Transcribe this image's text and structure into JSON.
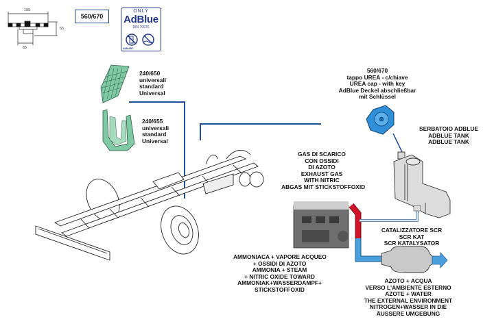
{
  "cap_drawing": {
    "dim_width": "105",
    "dim_height": "55",
    "dim_base": "65"
  },
  "model_badge": "560/670",
  "adblue_label": {
    "only": "ONLY",
    "brand": "AdBlue",
    "din": "DIN 70070",
    "code": "AdB ART"
  },
  "brackets": [
    {
      "code": "240/650",
      "lines": [
        "universali",
        "standard",
        "Universal"
      ]
    },
    {
      "code": "240/655",
      "lines": [
        "universali",
        "standard",
        "Universal"
      ]
    }
  ],
  "urea_cap": {
    "code": "560/670",
    "lines": [
      "tappo UREA - c/chiave",
      "UREA cap - with key",
      "AdBlue Deckel abschließbar",
      "mit Schlüssel"
    ]
  },
  "tank": {
    "lines": [
      "SERBATOIO ADBLUE",
      "ADBLUE TANK",
      "ADBLUE TANK"
    ]
  },
  "exhaust_gas": {
    "lines": [
      "GAS DI SCARICO",
      "CON OSSIDI",
      "DI AZOTO",
      "EXHAUST GAS",
      "WITH NITRIC",
      "ABGAS MIT STICKSTOFFOXID"
    ]
  },
  "catalyst": {
    "lines": [
      "CATALIZZATORE SCR",
      "SCR KAT",
      "SCR KATALYSATOR"
    ]
  },
  "ammonia": {
    "lines": [
      "AMMONIACA + VAPORE ACQUEO",
      "+ OSSIDI DI AZOTO",
      "AMMONIA + STEAM",
      "+ NITRIC OXIDE TOWARD",
      "AMMONIAK+WASSERDAMPF+",
      "STICKSTOFFOXID"
    ]
  },
  "output": {
    "lines": [
      "AZOTO + ACQUA",
      "VERSO L'AMBIENTE ESTERNO",
      "AZOTE + WATER",
      "THE EXTERNAL ENVIRONMENT",
      "NITROGEN+WASSER IN DIE",
      "ÄUSSERE UMGEBUNG"
    ]
  },
  "colors": {
    "leader_line": "#1f4e9c",
    "bracket_green": "#7fc9a5",
    "cap_blue": "#2f8fd8",
    "hot_pipe": "#d0142a",
    "cool_pipe": "#4aa0dc",
    "tank_grey": "#dcdcdc"
  }
}
